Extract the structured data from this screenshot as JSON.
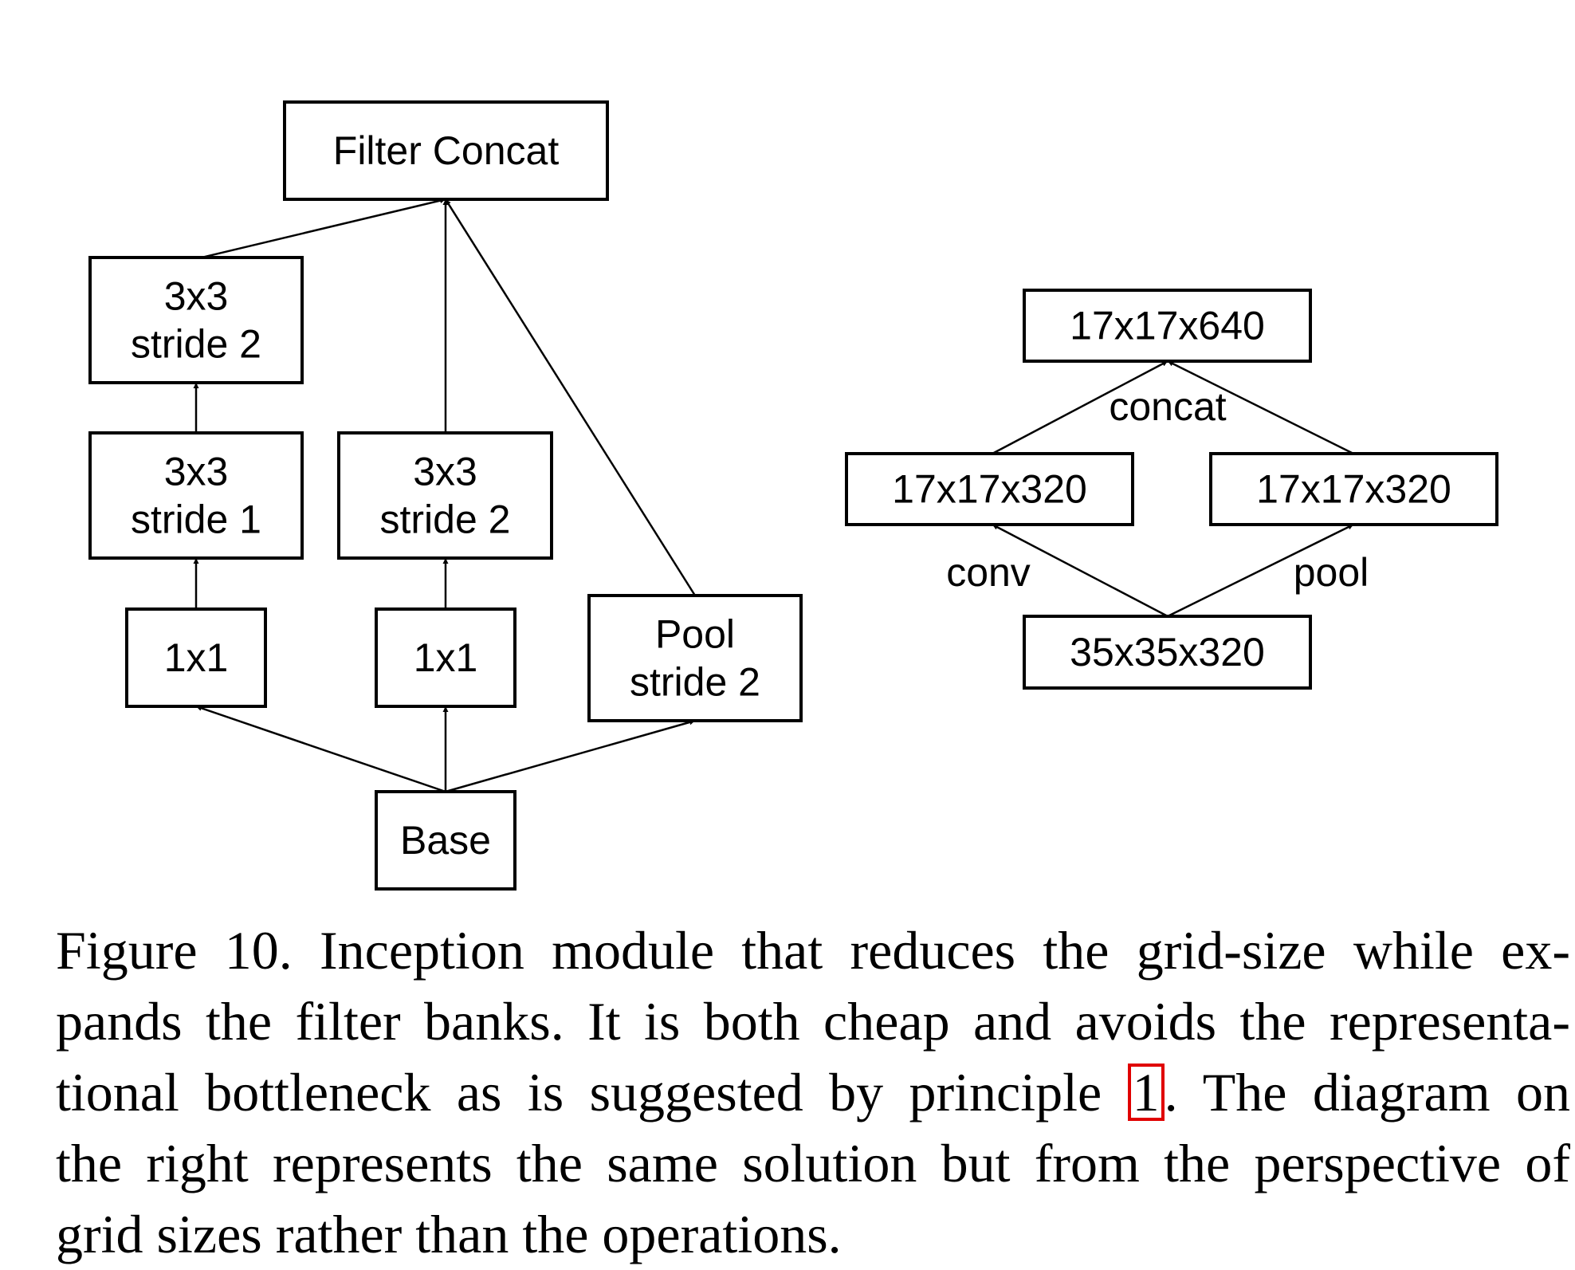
{
  "left_diagram": {
    "nodes": [
      {
        "id": "filter_concat",
        "lines": [
          "Filter Concat"
        ]
      },
      {
        "id": "b1_3x3_s2",
        "lines": [
          "3x3",
          "stride 2"
        ]
      },
      {
        "id": "b1_3x3_s1",
        "lines": [
          "3x3",
          "stride 1"
        ]
      },
      {
        "id": "b1_1x1",
        "lines": [
          "1x1"
        ]
      },
      {
        "id": "b2_3x3_s2",
        "lines": [
          "3x3",
          "stride 2"
        ]
      },
      {
        "id": "b2_1x1",
        "lines": [
          "1x1"
        ]
      },
      {
        "id": "pool",
        "lines": [
          "Pool",
          "stride 2"
        ]
      },
      {
        "id": "base",
        "lines": [
          "Base"
        ]
      }
    ],
    "edges": [
      {
        "from": "base",
        "to": "b1_1x1"
      },
      {
        "from": "base",
        "to": "b2_1x1"
      },
      {
        "from": "base",
        "to": "pool"
      },
      {
        "from": "b1_1x1",
        "to": "b1_3x3_s1"
      },
      {
        "from": "b1_3x3_s1",
        "to": "b1_3x3_s2"
      },
      {
        "from": "b2_1x1",
        "to": "b2_3x3_s2"
      },
      {
        "from": "b1_3x3_s2",
        "to": "filter_concat"
      },
      {
        "from": "b2_3x3_s2",
        "to": "filter_concat"
      },
      {
        "from": "pool",
        "to": "filter_concat"
      }
    ]
  },
  "right_diagram": {
    "nodes": [
      {
        "id": "out",
        "lines": [
          "17x17x640"
        ]
      },
      {
        "id": "left_mid",
        "lines": [
          "17x17x320"
        ]
      },
      {
        "id": "right_mid",
        "lines": [
          "17x17x320"
        ]
      },
      {
        "id": "in",
        "lines": [
          "35x35x320"
        ]
      }
    ],
    "edges": [
      {
        "from": "in",
        "to": "left_mid",
        "label": "conv"
      },
      {
        "from": "in",
        "to": "right_mid",
        "label": "pool"
      },
      {
        "from": "left_mid",
        "to": "out",
        "label": ""
      },
      {
        "from": "right_mid",
        "to": "out",
        "label": ""
      }
    ],
    "concat_label": "concat"
  },
  "caption": {
    "lines": [
      "Figure 10. Inception module that reduces the grid-size while ex-",
      "pands the filter banks. It is both cheap and avoids the representa-",
      "tional bottleneck as is suggested by principle ",
      "the right represents the same solution but from the perspective of",
      "grid sizes rather than the operations."
    ],
    "ref_number": "1",
    "line3_after_ref": ". The diagram on",
    "ref_color": "#e00000"
  }
}
